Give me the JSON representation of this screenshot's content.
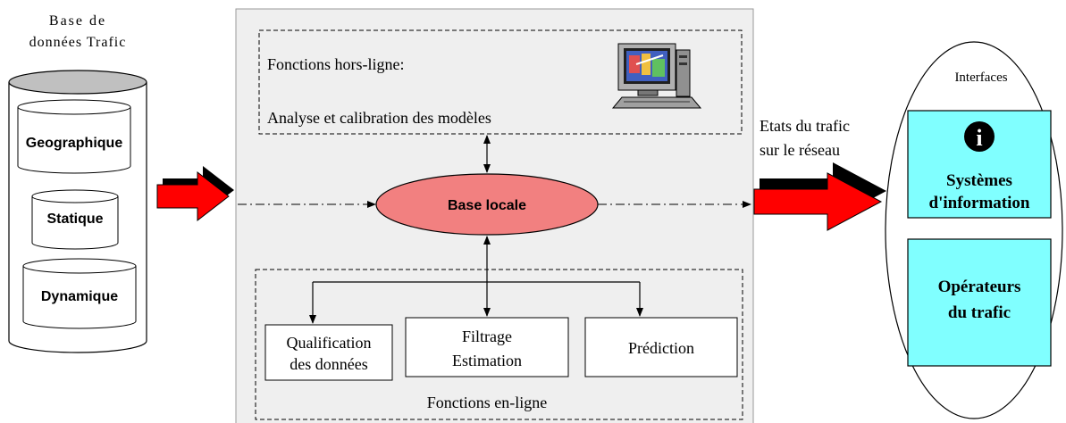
{
  "database": {
    "title_line1": "Base de",
    "title_line2": "données Trafic",
    "items": [
      "Geographique",
      "Statique",
      "Dynamique"
    ]
  },
  "processing": {
    "offline_title": "Fonctions hors-ligne:",
    "offline_subtitle": "Analyse et calibration des modèles",
    "local_base": "Base locale",
    "online_modules": [
      [
        "Qualification",
        "des données"
      ],
      [
        "Filtrage",
        "Estimation"
      ],
      [
        "Prédiction"
      ]
    ],
    "online_title": "Fonctions en-ligne"
  },
  "output": {
    "label_line1": "Etats du trafic",
    "label_line2": "sur le réseau"
  },
  "interfaces": {
    "title": "Interfaces",
    "info_icon_glyph": "i",
    "systems_line1": "Systèmes",
    "systems_line2": "d'information",
    "operators_line1": "Opérateurs",
    "operators_line2": "du trafic"
  },
  "colors": {
    "panel": "#efefef",
    "ellipse": "#f28080",
    "arrow_red": "#ff0000",
    "interface_box": "#80ffff",
    "cylinder_top": "#c0c0c0"
  }
}
